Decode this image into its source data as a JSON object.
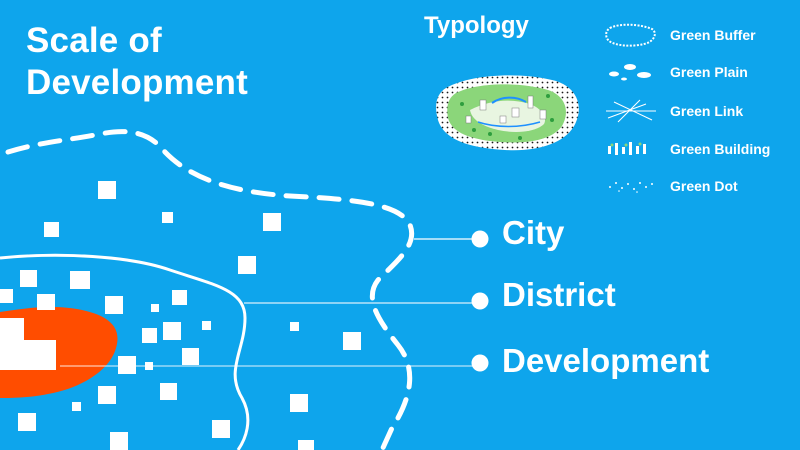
{
  "heading": {
    "line1": "Scale of",
    "line2": "Development"
  },
  "typology": {
    "title": "Typology",
    "legend": [
      {
        "icon": "green-buffer-icon",
        "label": "Green Buffer"
      },
      {
        "icon": "green-plain-icon",
        "label": "Green Plain"
      },
      {
        "icon": "green-link-icon",
        "label": "Green Link"
      },
      {
        "icon": "green-building-icon",
        "label": "Green Building"
      },
      {
        "icon": "green-dot-icon",
        "label": "Green Dot"
      }
    ]
  },
  "scales": {
    "city": "City",
    "district": "District",
    "development": "Development"
  },
  "colors": {
    "background": "#0ea5ec",
    "foreground": "#ffffff",
    "development_fill": "#ff4d00",
    "map_green": "#8bd67a"
  }
}
